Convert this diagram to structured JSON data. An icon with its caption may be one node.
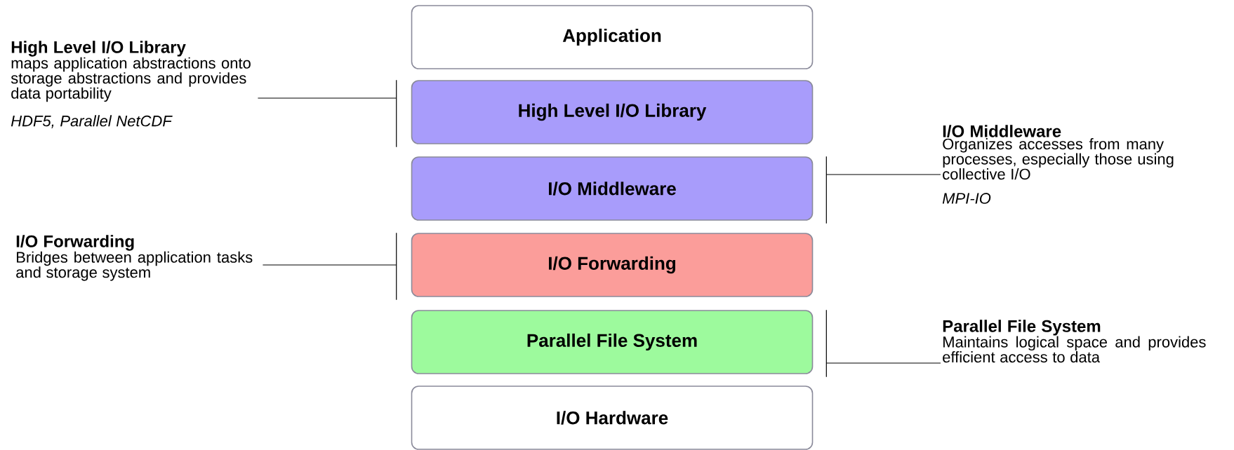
{
  "diagram": {
    "nodes": [
      {
        "text": [
          "Application"
        ]
      },
      {
        "text": [
          "High Level I/O Library"
        ]
      },
      {
        "text": [
          "I/O Middleware"
        ]
      },
      {
        "text": [
          "I/O Forwarding"
        ]
      },
      {
        "text": [
          "Parallel File System"
        ]
      },
      {
        "text": [
          "I/O Hardware"
        ]
      },
      {
        "text": [
          "High Level I/O Library",
          "maps application abstractions onto storage abstractions and provides data portability",
          "HDF5, Parallel NetCDF"
        ]
      },
      {
        "text": [
          "I/O Middleware",
          "Organizes accesses from many processes, especially those using collective I/O",
          "MPI-IO"
        ]
      },
      {
        "text": [
          "I/O Forwarding",
          "Bridges between application tasks and storage system"
        ]
      },
      {
        "text": [
          "Parallel File System",
          "Maintains logical space and provides efficient access to data"
        ]
      }
    ],
    "edges": [
      {
        "from": 6,
        "to": 1,
        "arrow": "none"
      },
      {
        "from": 7,
        "to": 2,
        "arrow": "none"
      },
      {
        "from": 8,
        "to": 3,
        "arrow": "none"
      },
      {
        "from": 9,
        "to": 4,
        "arrow": "none"
      }
    ]
  }
}
